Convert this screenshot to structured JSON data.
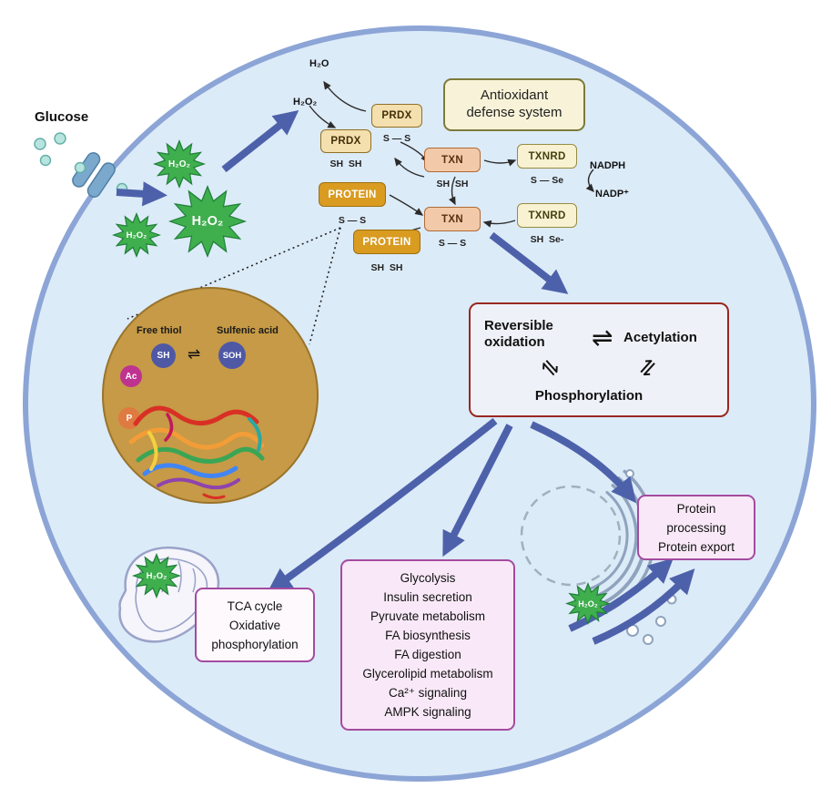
{
  "glyphs": {
    "h2o2": "H₂O₂",
    "h2o": "H₂O",
    "equilibrium": "⇌"
  },
  "labels": {
    "glucose": "Glucose",
    "nadph": "NADPH",
    "nadp": "NADP⁺"
  },
  "antioxidant": {
    "line1": "Antioxidant",
    "line2": "defense system"
  },
  "molecules": {
    "prdx": "PRDX",
    "txn": "TXN",
    "txnrd": "TXNRD",
    "protein": "PROTEIN",
    "ss": "S — S",
    "shsh": "SH  SH",
    "sse": "S — Se",
    "shse": "SH  Se-"
  },
  "ptm": {
    "reversible": "Reversible oxidation",
    "acetylation": "Acetylation",
    "phosphorylation": "Phosphorylation"
  },
  "inset": {
    "free_thiol": "Free thiol",
    "sulfenic": "Sulfenic acid",
    "sh": "SH",
    "soh": "SOH",
    "ac": "Ac",
    "p": "P"
  },
  "boxes": {
    "tca": {
      "l1": "TCA cycle",
      "l2": "Oxidative",
      "l3": "phosphorylation"
    },
    "pathways": [
      "Glycolysis",
      "Insulin secretion",
      "Pyruvate metabolism",
      "FA biosynthesis",
      "FA digestion",
      "Glycerolipid metabolism",
      "Ca²⁺ signaling",
      "AMPK signaling"
    ],
    "protein_processing": {
      "l1": "Protein",
      "l2": "processing",
      "l3": "Protein export"
    }
  },
  "colors": {
    "cell_fill": "#dcebf8",
    "cell_border": "#8ca5d6",
    "arrow": "#4d61ab",
    "star_green": "#3fae4d",
    "pink_border": "#a44b9f",
    "ptm_border": "#992822",
    "inset_fill": "#c69a46"
  }
}
